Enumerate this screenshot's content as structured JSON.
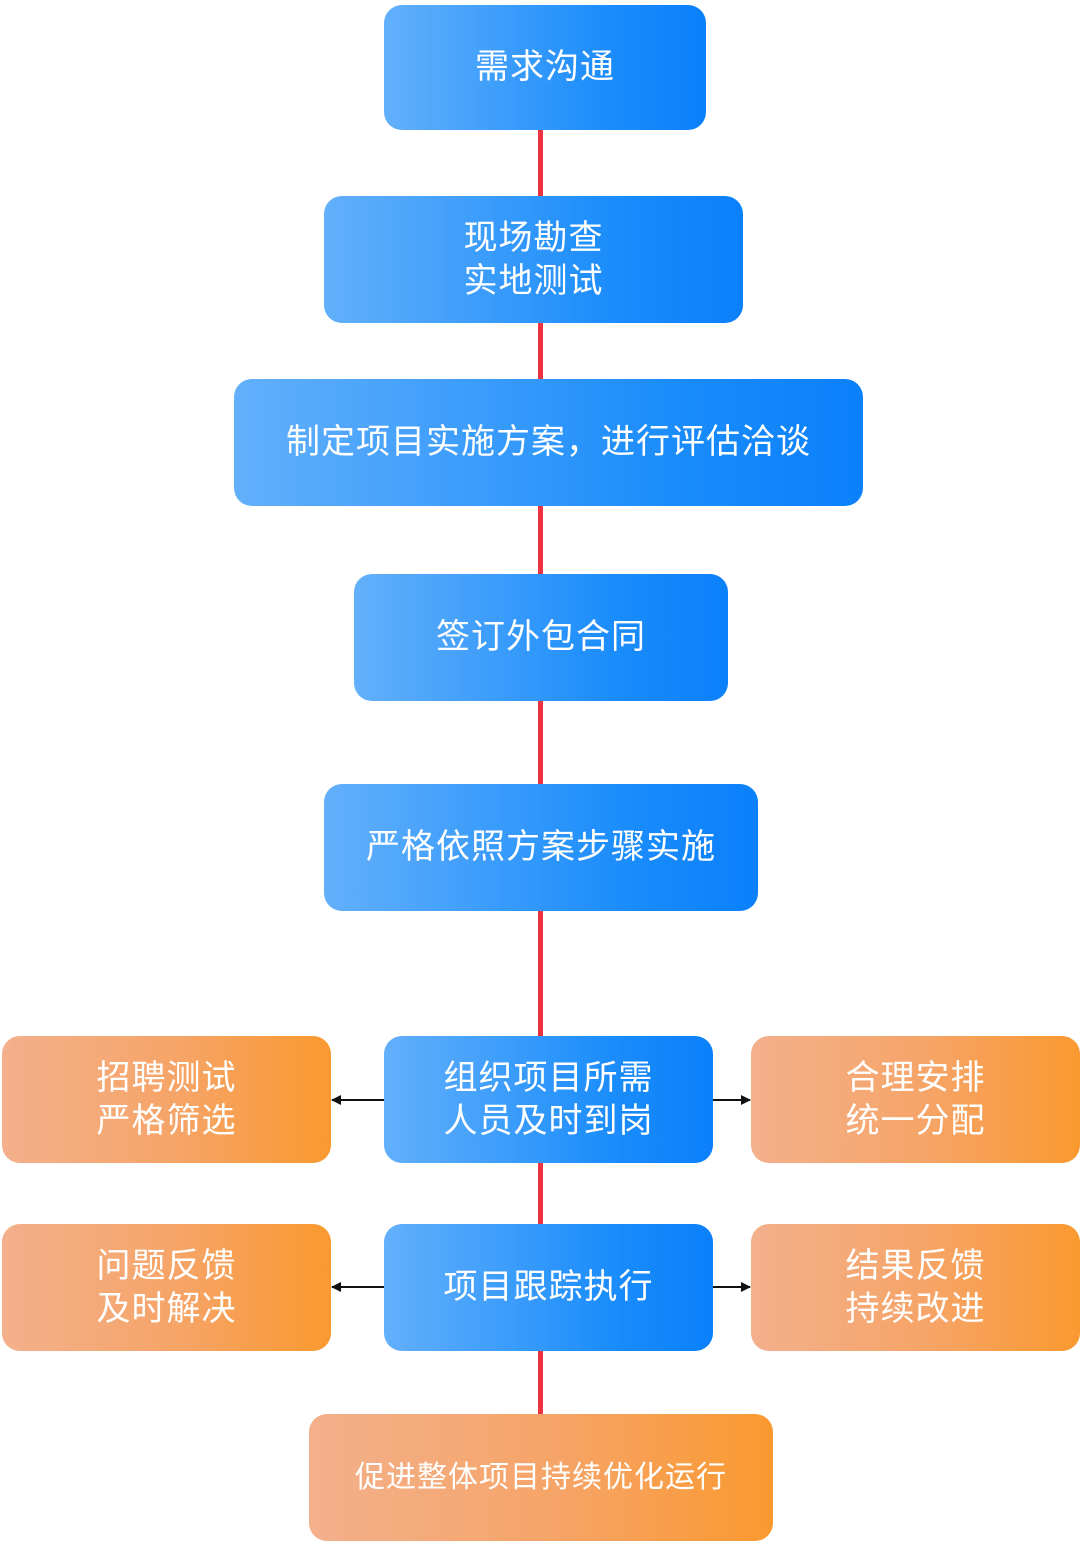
{
  "flow": {
    "steps": [
      {
        "lines": [
          "需求沟通"
        ]
      },
      {
        "lines": [
          "现场勘查",
          "实地测试"
        ]
      },
      {
        "lines": [
          "制定项目实施方案，进行评估洽谈"
        ]
      },
      {
        "lines": [
          "签订外包合同"
        ]
      },
      {
        "lines": [
          "严格依照方案步骤实施"
        ]
      },
      {
        "lines": [
          "组织项目所需",
          "人员及时到岗"
        ]
      },
      {
        "lines": [
          "项目跟踪执行"
        ]
      }
    ],
    "side_left": [
      {
        "lines": [
          "招聘测试",
          "严格筛选"
        ]
      },
      {
        "lines": [
          "问题反馈",
          "及时解决"
        ]
      }
    ],
    "side_right": [
      {
        "lines": [
          "合理安排",
          "统一分配"
        ]
      },
      {
        "lines": [
          "结果反馈",
          "持续改进"
        ]
      }
    ],
    "final": {
      "lines": [
        "促进整体项目持续优化运行"
      ]
    }
  },
  "colors": {
    "blue_start": "#63b0fb",
    "blue_end": "#0a80fa",
    "orange_start": "#f3b08c",
    "orange_end": "#fa992f",
    "connector": "#ee3340",
    "arrow": "#111111"
  }
}
